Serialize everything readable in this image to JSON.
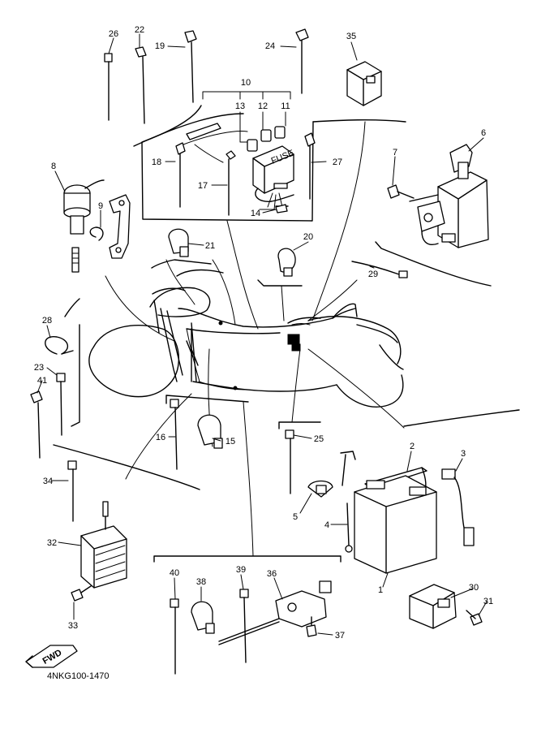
{
  "figure_code": "4NKG100-1470",
  "fwd_label": "FWD",
  "callouts": [
    "1",
    "2",
    "3",
    "4",
    "5",
    "6",
    "7",
    "8",
    "9",
    "10",
    "11",
    "12",
    "13",
    "14",
    "15",
    "16",
    "17",
    "18",
    "19",
    "20",
    "21",
    "22",
    "23",
    "24",
    "25",
    "26",
    "27",
    "28",
    "29",
    "30",
    "31",
    "32",
    "33",
    "34",
    "35",
    "36",
    "37",
    "38",
    "39",
    "40",
    "41"
  ]
}
